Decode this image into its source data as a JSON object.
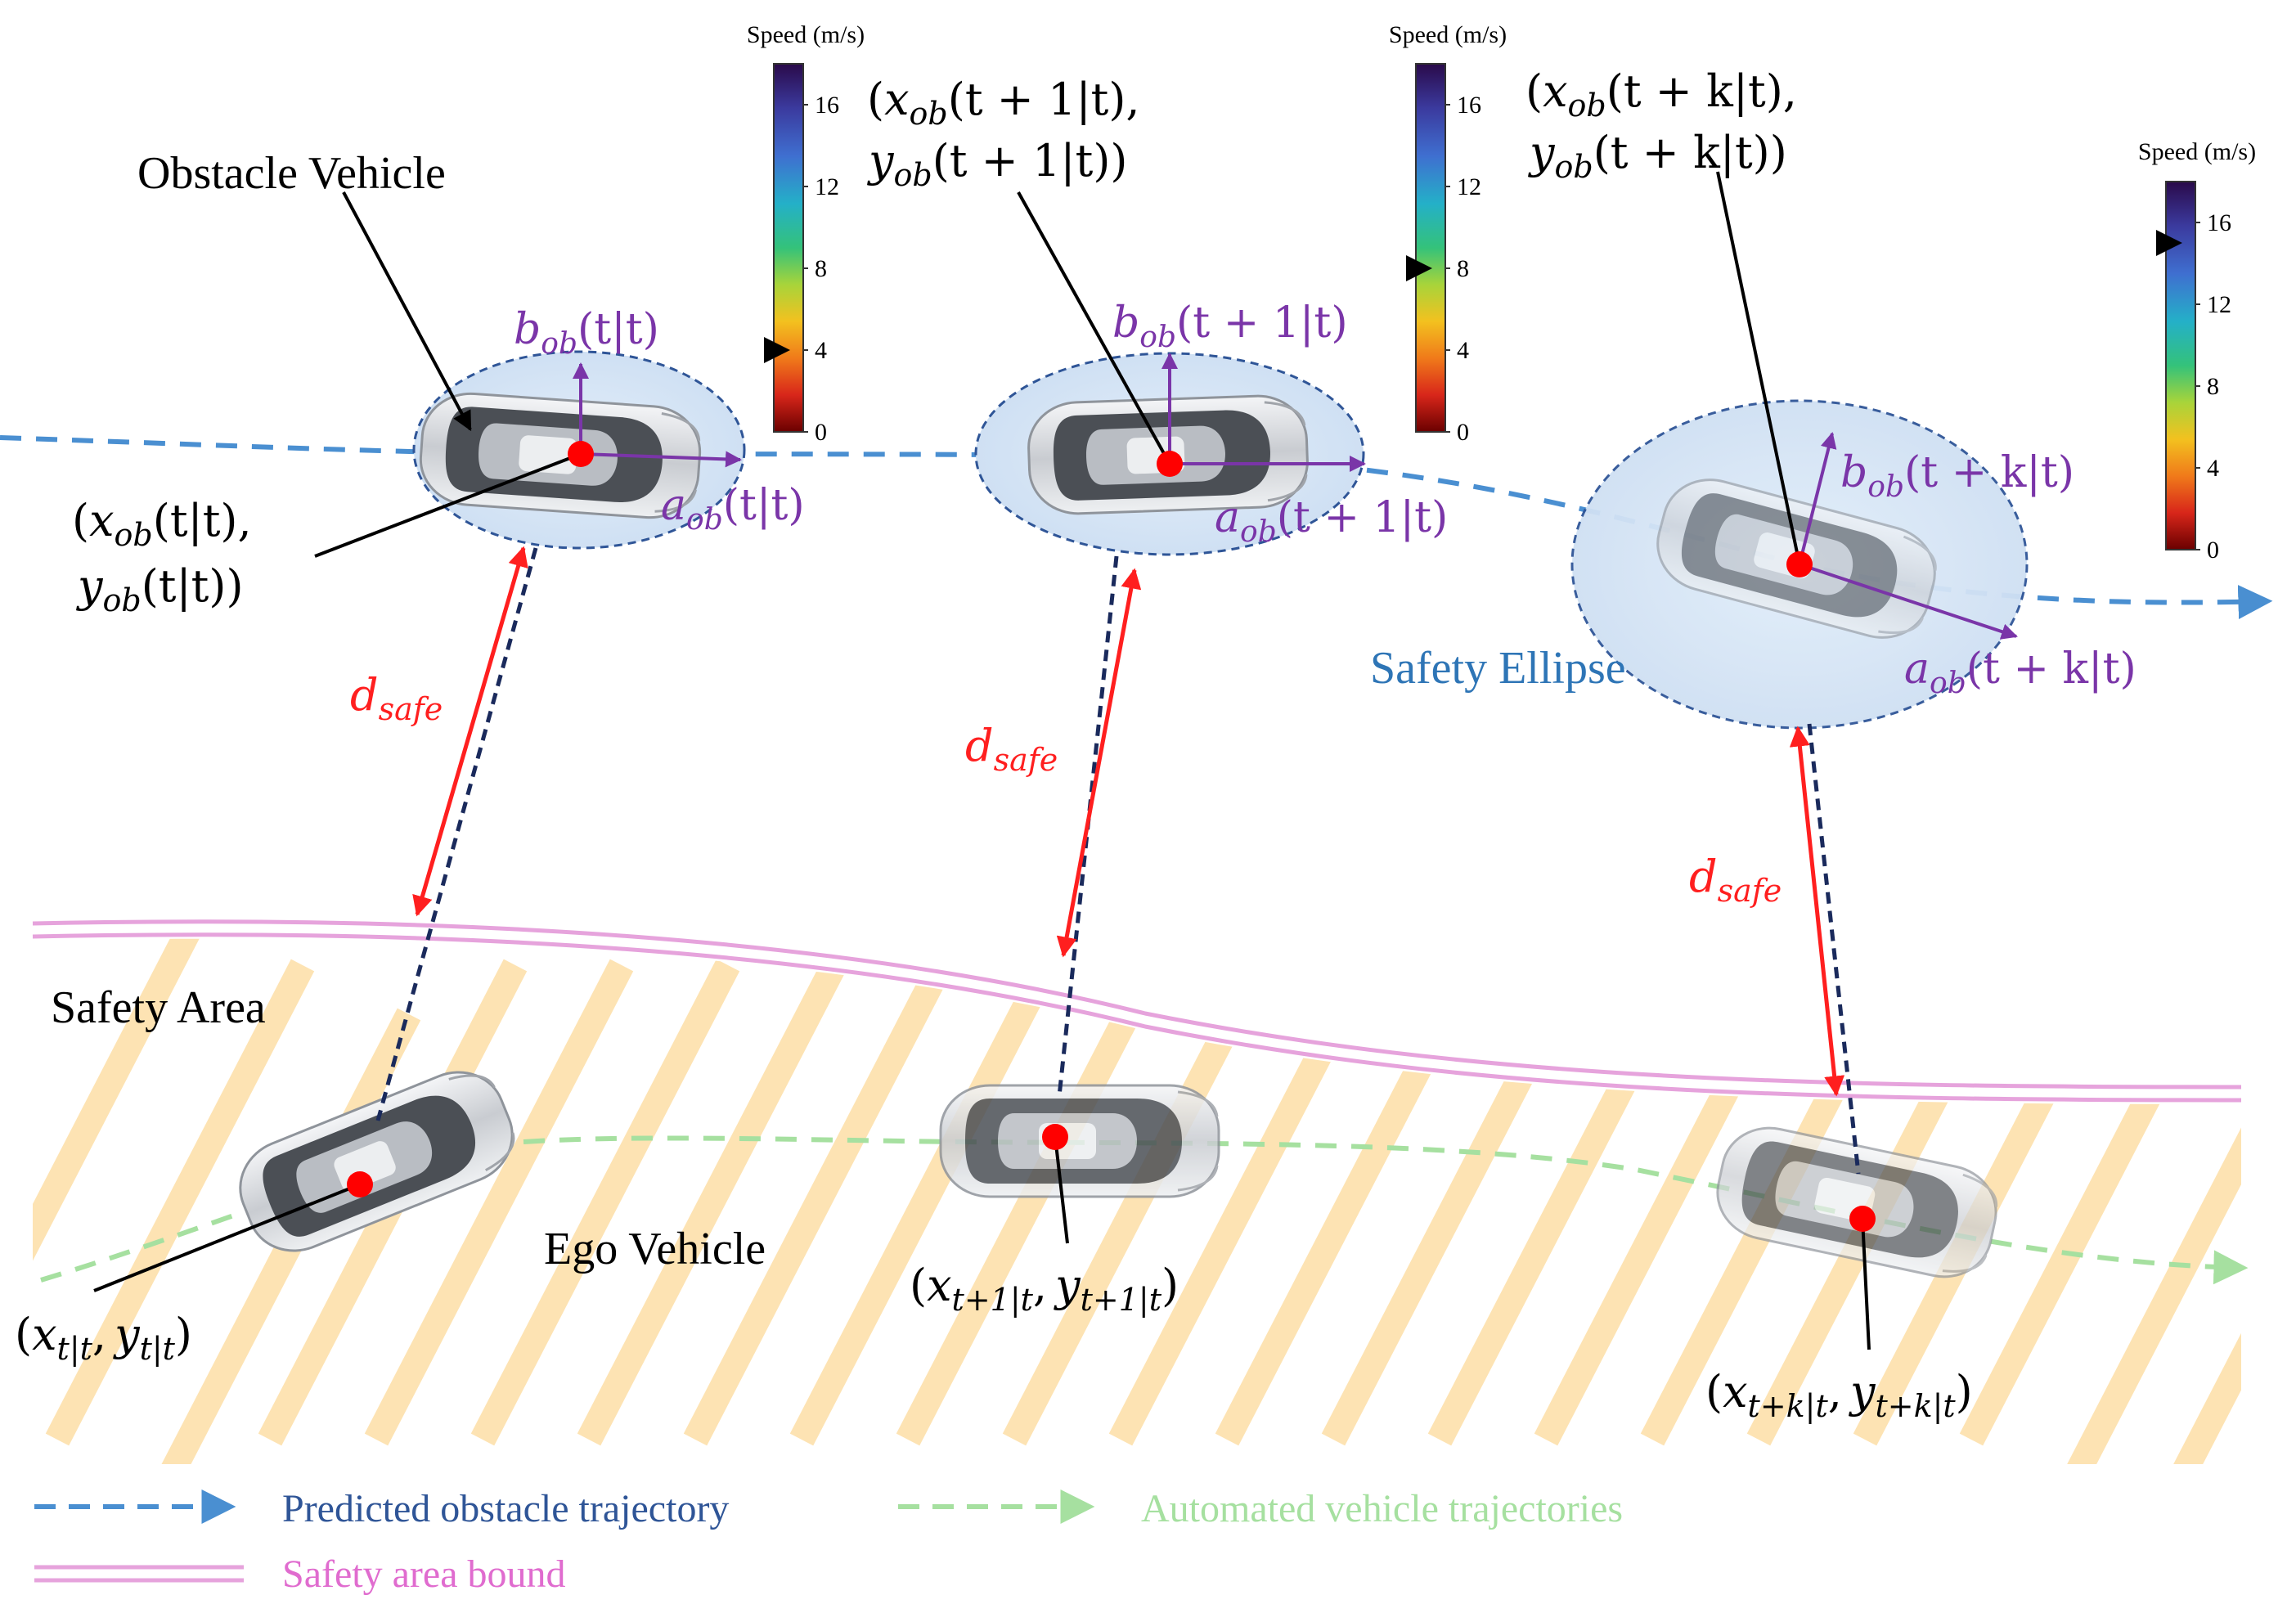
{
  "colors": {
    "obstacle_traj": "#4a8fd1",
    "ego_traj": "#a6e0a0",
    "bound": "#e6a3dc",
    "hatch": "#fde3b3",
    "dsafe": "#ff1f1f",
    "connector": "#1a2a5c",
    "axis": "#7a35a8",
    "point": "#ff0000",
    "safety_label": "#2e75b6",
    "legend_pink": "#e06ccf"
  },
  "labels": {
    "obstacle_vehicle": "Obstacle Vehicle",
    "ego_vehicle": "Ego Vehicle",
    "safety_area": "Safety Area",
    "safety_ellipse": "Safety Ellipse",
    "d_safe_main": "d",
    "d_safe_sub": "safe"
  },
  "colorbars": [
    {
      "title": "Speed (m/s)",
      "ticks": [
        "16",
        "12",
        "8",
        "4",
        "0"
      ],
      "marker_value": 4
    },
    {
      "title": "Speed (m/s)",
      "ticks": [
        "16",
        "12",
        "8",
        "4",
        "0"
      ],
      "marker_value": 8
    },
    {
      "title": "Speed (m/s)",
      "ticks": [
        "16",
        "12",
        "8",
        "4",
        "0"
      ],
      "marker_value": 15
    }
  ],
  "math": {
    "x": "x",
    "y": "y",
    "a": "a",
    "b": "b",
    "ob": "ob",
    "t": "t",
    "open": "(",
    "close": ")",
    "comma": ",",
    "close_paren_twice": "))",
    "arg0": "(t|t)",
    "arg1": "(t + 1|t)",
    "argk": "(t + k|t)",
    "sub_ego0": "t|t",
    "sub_ego1": "t+1|t",
    "sub_egok": "t+k|t"
  },
  "legend": {
    "obstacle_traj": "Predicted obstacle trajectory",
    "ego_traj": "Automated vehicle trajectories",
    "bound": "Safety area bound"
  }
}
